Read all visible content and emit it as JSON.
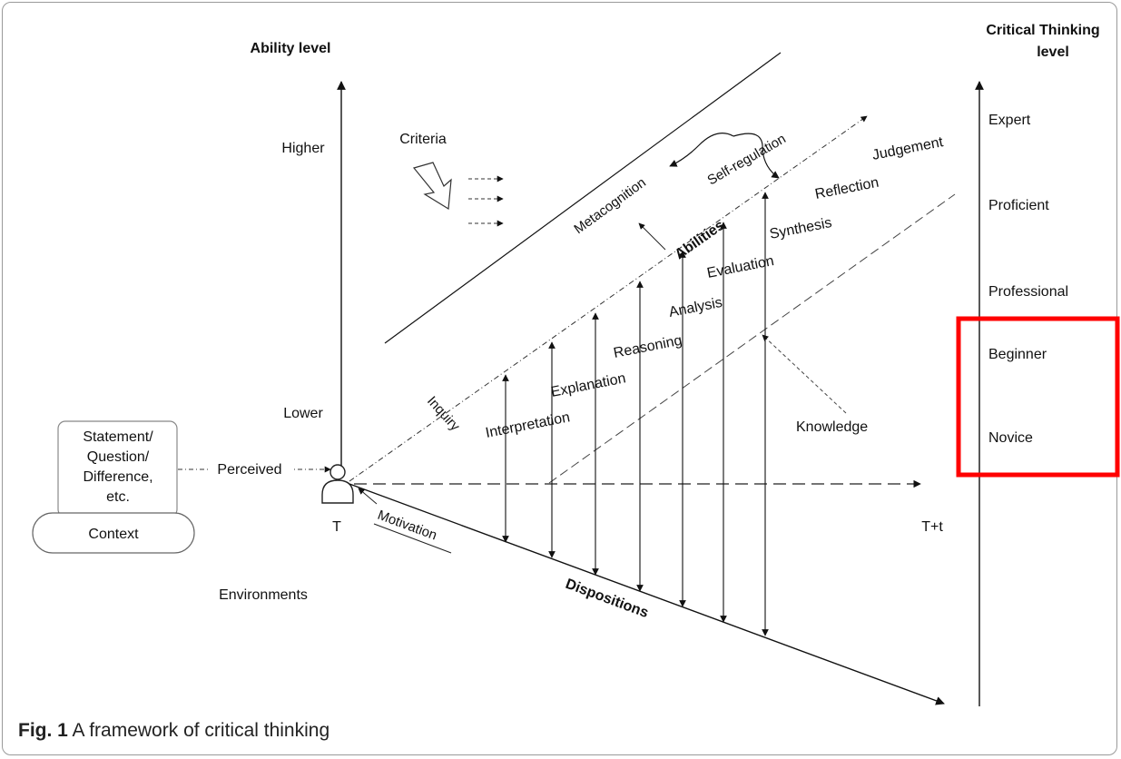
{
  "caption": {
    "label": "Fig. 1",
    "text": "A framework of critical thinking"
  },
  "ability_axis": {
    "title": "Ability level",
    "higher": "Higher",
    "lower": "Lower"
  },
  "ct_axis": {
    "title_line1": "Critical Thinking",
    "title_line2": "level",
    "levels": [
      "Expert",
      "Proficient",
      "Professional",
      "Beginner",
      "Novice"
    ]
  },
  "highlight_color": "#ff0000",
  "left_box": {
    "lines": [
      "Statement/",
      "Question/",
      "Difference,",
      "etc."
    ],
    "context": "Context",
    "perceived": "Perceived",
    "environments": "Environments"
  },
  "time": {
    "start": "T",
    "end": "T+t"
  },
  "labels": {
    "criteria": "Criteria",
    "metacognition": "Metacognition",
    "self_regulation": "Self-regulation",
    "judgement": "Judgement",
    "reflection": "Reflection",
    "synthesis": "Synthesis",
    "evaluation": "Evaluation",
    "analysis": "Analysis",
    "reasoning": "Reasoning",
    "explanation": "Explanation",
    "interpretation": "Interpretation",
    "inquiry": "Inquiry",
    "abilities": "Abilities",
    "knowledge": "Knowledge",
    "motivation": "Motivation",
    "dispositions": "Dispositions"
  }
}
